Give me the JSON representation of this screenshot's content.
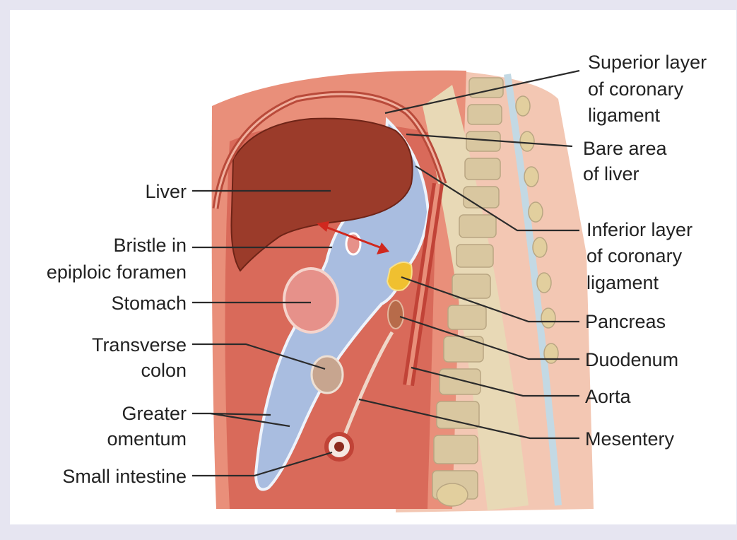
{
  "labels": {
    "superior_layer": [
      "Superior layer",
      "of coronary",
      "ligament"
    ],
    "bare_area": [
      "Bare area",
      "of liver"
    ],
    "inferior_layer": [
      "Inferior layer",
      "of coronary",
      "ligament"
    ],
    "pancreas": "Pancreas",
    "duodenum": "Duodenum",
    "aorta": "Aorta",
    "mesentery": "Mesentery",
    "liver": "Liver",
    "bristle": [
      "Bristle in",
      "epiploic foramen"
    ],
    "stomach": "Stomach",
    "transverse_colon": [
      "Transverse",
      "colon"
    ],
    "greater_omentum": [
      "Greater",
      "omentum"
    ],
    "small_intestine": "Small intestine"
  },
  "colors": {
    "page_border": "#e6e5f1",
    "body_wall": "#e98f7a",
    "abdominal_cavity": "#d96a5a",
    "peritoneum_blue": "#a9bde0",
    "liver": "#9b3b2a",
    "spine_bone": "#d9c7a0",
    "pancreas": "#f0c030",
    "arrow_red": "#d0281e"
  }
}
